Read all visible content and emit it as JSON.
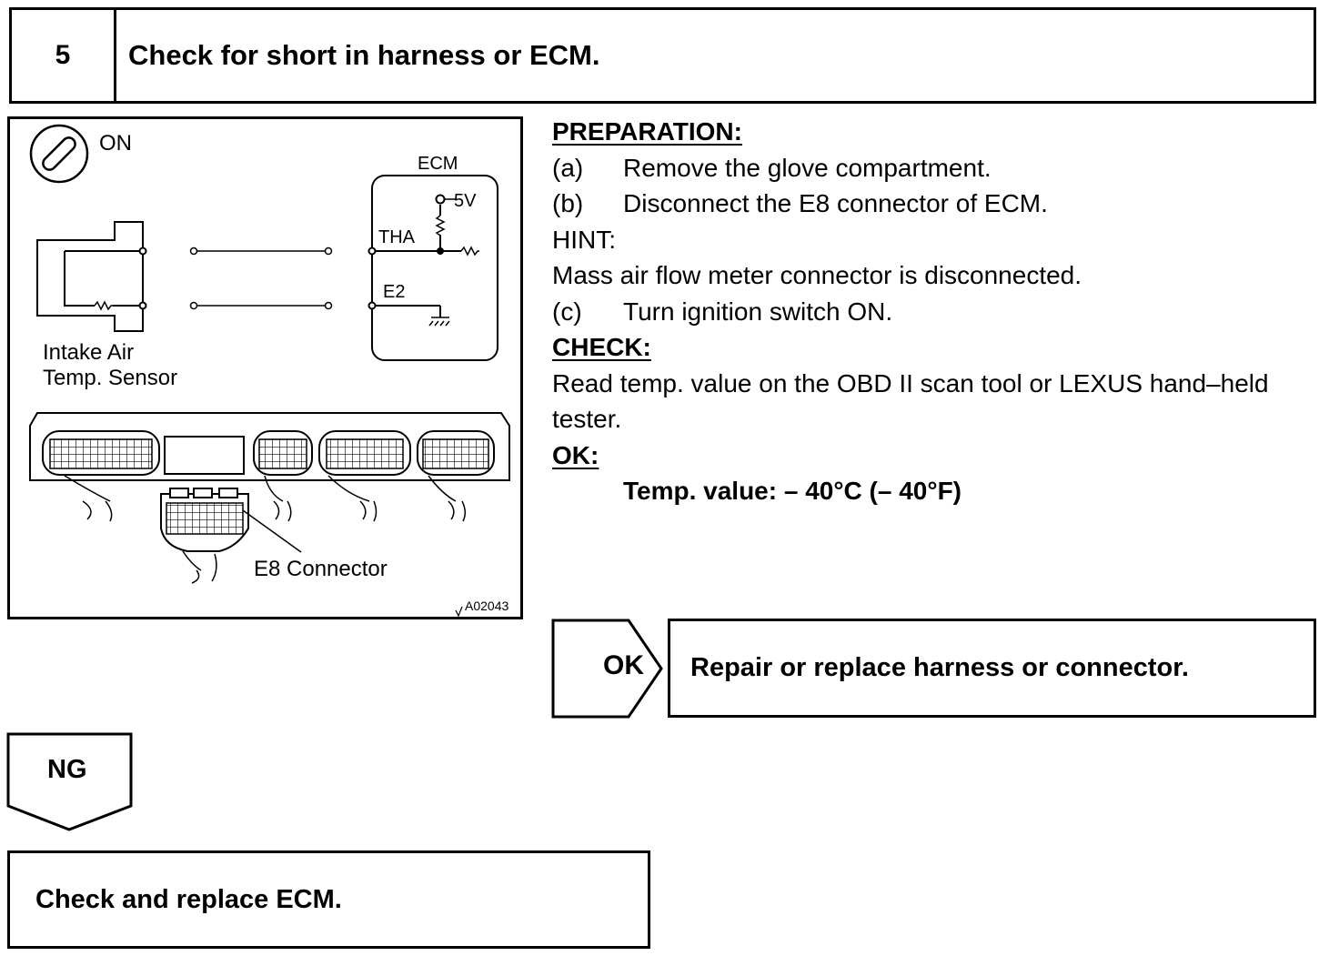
{
  "step": {
    "number": "5",
    "title": "Check for short in harness or ECM."
  },
  "figure": {
    "ignition_label": "ON",
    "ecm_label": "ECM",
    "voltage_label": "5V",
    "tha_label": "THA",
    "e2_label": "E2",
    "sensor_label_line1": "Intake Air",
    "sensor_label_line2": "Temp. Sensor",
    "connector_label": "E8 Connector",
    "figure_id": "A02043"
  },
  "instructions": {
    "preparation_heading": "PREPARATION:",
    "step_a_label": "(a)",
    "step_a_text": "Remove the glove compartment.",
    "step_b_label": "(b)",
    "step_b_text": "Disconnect the E8 connector of ECM.",
    "hint_heading": "HINT:",
    "hint_text": "Mass air flow meter connector is disconnected.",
    "step_c_label": "(c)",
    "step_c_text": "Turn ignition switch ON.",
    "check_heading": "CHECK:",
    "check_text": "Read temp. value on the OBD II scan tool or LEXUS hand–held tester.",
    "ok_heading": "OK:",
    "ok_spec": "Temp. value:  – 40°C (– 40°F)"
  },
  "ok_result": {
    "label": "OK",
    "action": "Repair or replace harness or connector."
  },
  "ng_result": {
    "label": "NG",
    "action": "Check and replace ECM."
  }
}
